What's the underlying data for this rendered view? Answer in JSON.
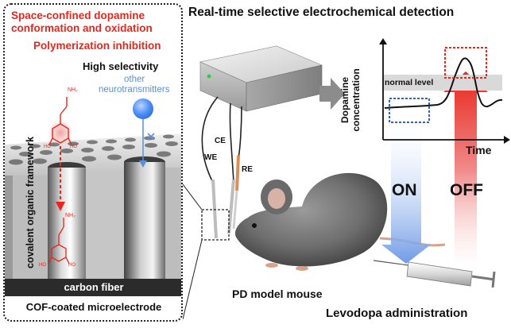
{
  "left_panel": {
    "title_line1": "Space-confined dopamine",
    "title_line2": "conformation and oxidation",
    "polymerization": "Polymerization inhibition",
    "high_selectivity": "High selectivity",
    "other_line1": "other",
    "other_line2": "neurotransmitters",
    "framework_label": "covalent organic framework",
    "carbon_fiber": "carbon fiber",
    "bottom_caption": "COF-coated microelectrode",
    "molecule_nh2": "NH₂",
    "molecule_ho": "HO",
    "colors": {
      "accent_red": "#e8261c",
      "neuro_blue": "#5b8fd6"
    }
  },
  "header": {
    "title": "Real-time selective electrochemical detection"
  },
  "electrodes": {
    "we": "WE",
    "ce": "CE",
    "re": "RE"
  },
  "graph": {
    "ylabel_line1": "Dopamine",
    "ylabel_line2": "concentration",
    "xlabel": "Time",
    "normal_level": "normal level"
  },
  "states": {
    "on": "ON",
    "off": "OFF"
  },
  "captions": {
    "mouse": "PD model mouse",
    "levodopa": "Levodopa administration"
  }
}
